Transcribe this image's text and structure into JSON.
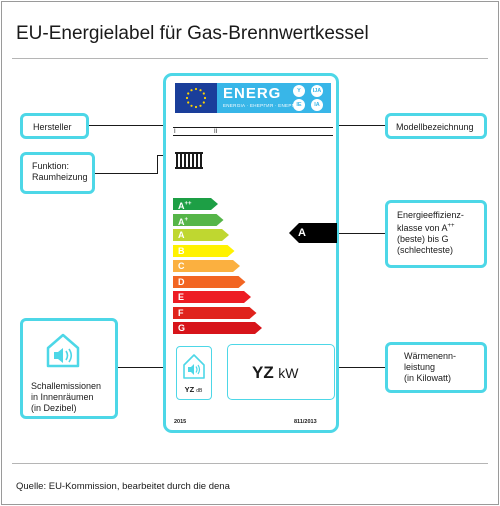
{
  "title": "EU-Energielabel für Gas-Brennwertkessel",
  "source": "Quelle: EU-Kommission, bearbeitet durch die dena",
  "colors": {
    "accent": "#4dd7e7",
    "eu_blue": "#1a3e9a",
    "energ_blue": "#38b6e8",
    "class_a_plus_plus": "#1d9f45",
    "class_a_plus": "#56b548",
    "class_a": "#bfd730",
    "class_b": "#fff200",
    "class_c": "#fbb040",
    "class_d": "#f26522",
    "class_e": "#ed1c24",
    "class_f": "#e0231c",
    "class_g": "#d7141a",
    "pointer": "#000000"
  },
  "callouts": {
    "hersteller": "Hersteller",
    "modellbezeichnung": "Modellbezeichnung",
    "funktion_line1": "Funktion:",
    "funktion_line2": "Raumheizung",
    "effizienz_line1": "Energieeffizienz-",
    "effizienz_line2": "klasse von A",
    "effizienz_line2_sup": "++",
    "effizienz_line3": "(beste) bis G",
    "effizienz_line4": "(schlechteste)",
    "schall_line1": "Schallemissionen",
    "schall_line2": "in Innenräumen",
    "schall_line3": "(in Dezibel)",
    "waerme_line1": "Wärmenenn-",
    "waerme_line2": "leistung",
    "waerme_line3": "(in Kilowatt)"
  },
  "label": {
    "energ_word": "ENERG",
    "energ_sub": "ENERGIA · ЕНЕРГИЯ · ΕΝΕΡΓΕΙΑ",
    "lang_dots": [
      "Y",
      "IJA",
      "IE",
      "IA"
    ],
    "mark_left": "I",
    "mark_right": "II",
    "classes": [
      {
        "letter": "A",
        "sup": "++"
      },
      {
        "letter": "A",
        "sup": "+"
      },
      {
        "letter": "A",
        "sup": ""
      },
      {
        "letter": "B",
        "sup": ""
      },
      {
        "letter": "C",
        "sup": ""
      },
      {
        "letter": "D",
        "sup": ""
      },
      {
        "letter": "E",
        "sup": ""
      },
      {
        "letter": "F",
        "sup": ""
      },
      {
        "letter": "G",
        "sup": ""
      }
    ],
    "pointer_letter": "A",
    "noise_value": "YZ",
    "noise_unit": "dB",
    "power_value": "YZ",
    "power_unit": "kW",
    "footer_year": "2015",
    "footer_regulation": "811/2013"
  },
  "icons": {
    "eu_flag": "eu-flag-icon",
    "radiator": "radiator-icon",
    "speaker_house": "speaker-house-icon"
  }
}
